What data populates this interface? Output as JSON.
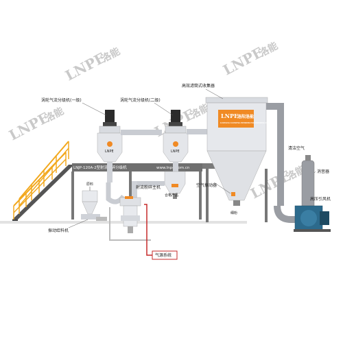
{
  "colors": {
    "ladder": "#f2a81d",
    "beam": "#6f6f6f",
    "steel_light": "#e4e6ea",
    "steel_mid": "#b8bcc4",
    "duct": "#9a9da3",
    "fan_blue": "#2c6a8c",
    "brand_orange": "#f08a24",
    "red_line": "#c62828",
    "watermark": "#c9c9c9"
  },
  "watermarks": [
    "LNPE",
    "LNPE",
    "LNPE",
    "LNPE",
    "LNPE"
  ],
  "watermark_suffix": "洛能",
  "labels": {
    "classifier1": "涡轮气流分级机(一级)",
    "classifier2": "涡轮气流分级机(二级)",
    "collector": "高效滤筒式收集器",
    "clean_air": "清洁空气",
    "silencer": "消音器",
    "fan": "高压引风机",
    "vibrator": "空气振动器",
    "jet_mill": "射流粉碎主机",
    "product1": "合格产品",
    "product2": "细粉",
    "feed": "原料",
    "vibro_feeder": "振动给料机",
    "air_source": "气源系统"
  },
  "beam": {
    "title": "LNJP-120A-2型射流粉碎分级机",
    "url": "www.lnpe.com.cn"
  },
  "collector_brand": {
    "logo": "LNPE",
    "name": "洛阳洛能",
    "tagline": "LUOYANG LUONENG POWDER ENGINEERING CO.,LTD."
  },
  "classifier_badge": "LNPE"
}
